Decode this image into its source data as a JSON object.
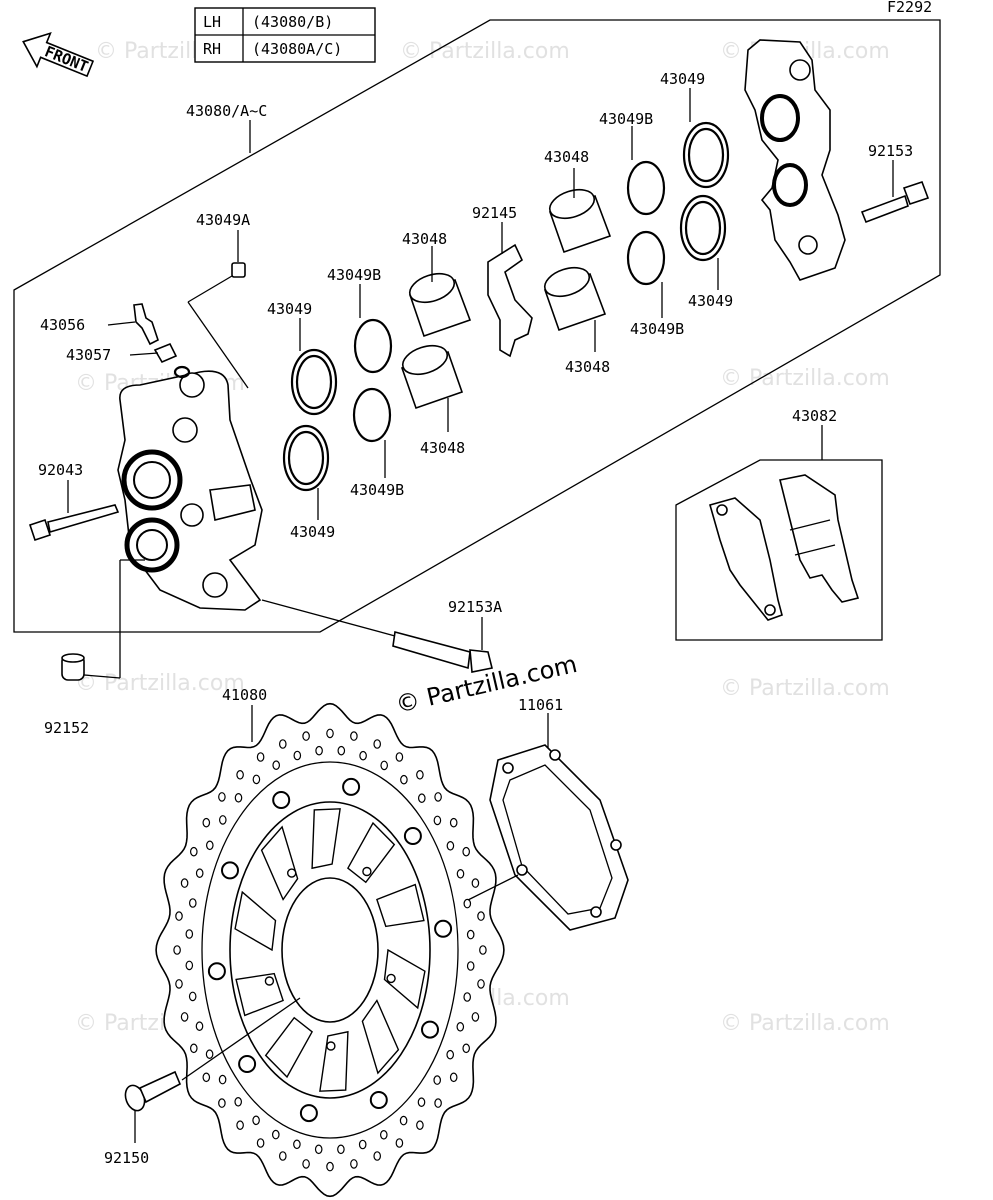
{
  "diagram_code": "F2292",
  "front_label": "FRONT",
  "legend": {
    "rows": [
      {
        "side": "LH",
        "code": "(43080/B)"
      },
      {
        "side": "RH",
        "code": "(43080A/C)"
      }
    ]
  },
  "watermark": "© Partzilla.com",
  "parts": {
    "caliper_assy": "43080/A~C",
    "bleed_cap": "43049A",
    "bleeder_valve": "43056",
    "bleeder_cap": "43057",
    "bolt_left": "92043",
    "seal_l_top": "43049",
    "seal_l_bottom": "43049",
    "dust_seal_l_top": "43049B",
    "dust_seal_l_bottom": "43049B",
    "piston_l_top": "43048",
    "piston_l_bottom": "43048",
    "spring": "92145",
    "piston_r_top": "43048",
    "piston_r_bottom": "43048",
    "dust_seal_r_top": "43049B",
    "dust_seal_r_bottom": "43049B",
    "seal_r_top": "43049",
    "seal_r_bottom": "43049",
    "bolt_right": "92153",
    "pad_set": "43082",
    "bolt_mount": "92153A",
    "collar": "92152",
    "disc": "41080",
    "shim": "11061",
    "disc_bolt": "92150"
  }
}
